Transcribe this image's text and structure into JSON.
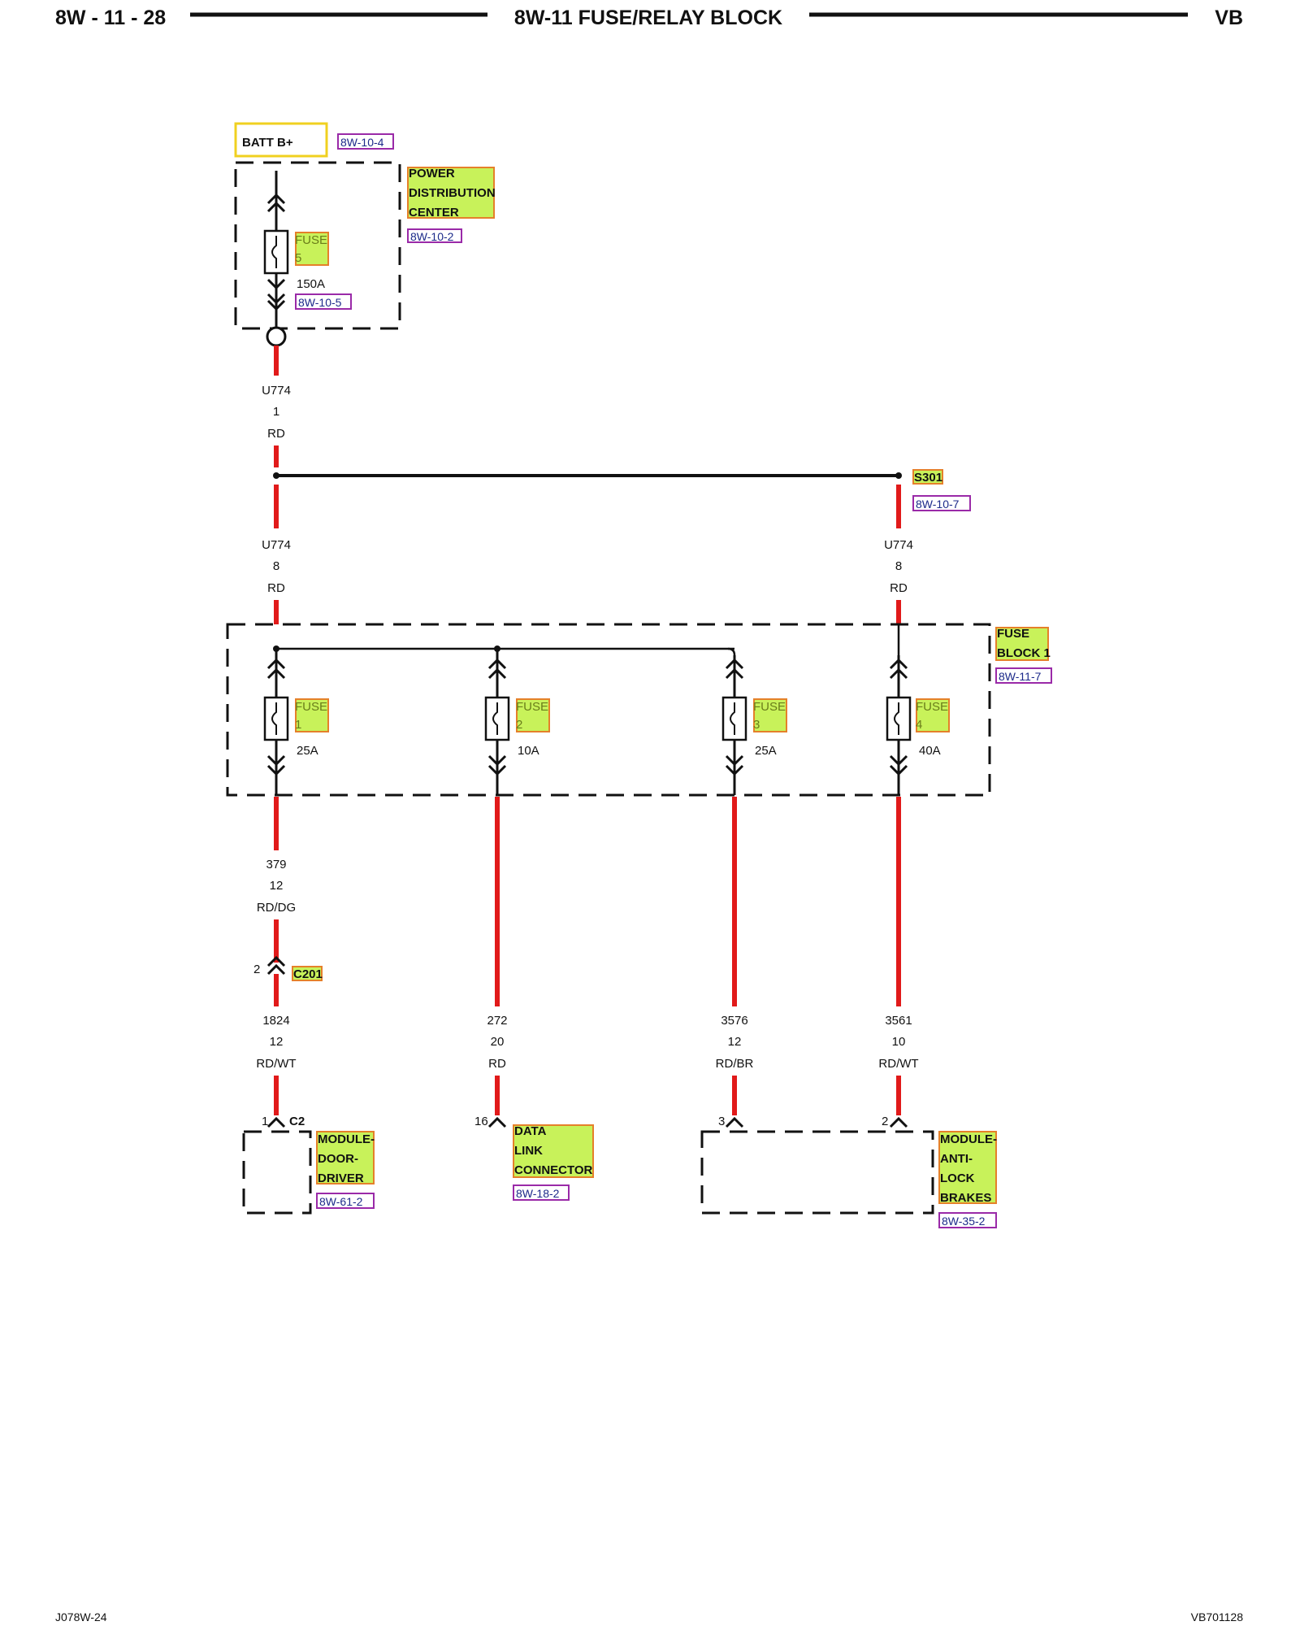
{
  "header": {
    "page_number": "8W - 11 - 28",
    "title": "8W-11 FUSE/RELAY BLOCK",
    "code": "VB"
  },
  "footer": {
    "left": "J078W-24",
    "right": "VB701128"
  },
  "batt": {
    "label": "BATT B+",
    "ref": "8W-10-4"
  },
  "pdc": {
    "name": [
      "POWER",
      "DISTRIBUTION",
      "CENTER"
    ],
    "ref": "8W-10-2"
  },
  "fuse5": {
    "word": "FUSE",
    "number": "5",
    "rating": "150A",
    "ref": "8W-10-5"
  },
  "wire_main": {
    "circuit": "U774",
    "gauge": "1",
    "color": "RD"
  },
  "splice": {
    "name": "S301",
    "ref": "8W-10-7"
  },
  "wire_left": {
    "circuit": "U774",
    "gauge": "8",
    "color": "RD"
  },
  "wire_right": {
    "circuit": "U774",
    "gauge": "8",
    "color": "RD"
  },
  "fuse_block": {
    "name": [
      "FUSE",
      "BLOCK 1"
    ],
    "ref": "8W-11-7"
  },
  "fuses": [
    {
      "word": "FUSE",
      "number": "1",
      "rating": "25A"
    },
    {
      "word": "FUSE",
      "number": "2",
      "rating": "10A"
    },
    {
      "word": "FUSE",
      "number": "3",
      "rating": "25A"
    },
    {
      "word": "FUSE",
      "number": "4",
      "rating": "40A"
    }
  ],
  "wire_379": {
    "circuit": "379",
    "gauge": "12",
    "color": "RD/DG"
  },
  "c201": {
    "pin": "2",
    "name": "C201"
  },
  "outputs": [
    {
      "circuit": "1824",
      "gauge": "12",
      "color": "RD/WT",
      "pin": "1",
      "connector": "C2"
    },
    {
      "circuit": "272",
      "gauge": "20",
      "color": "RD",
      "pin": "16"
    },
    {
      "circuit": "3576",
      "gauge": "12",
      "color": "RD/BR",
      "pin": "3"
    },
    {
      "circuit": "3561",
      "gauge": "10",
      "color": "RD/WT",
      "pin": "2"
    }
  ],
  "module_door": {
    "name": [
      "MODULE-",
      "DOOR-",
      "DRIVER"
    ],
    "ref": "8W-61-2"
  },
  "dlc": {
    "name": [
      "DATA",
      "LINK",
      "CONNECTOR"
    ],
    "ref": "8W-18-2"
  },
  "module_abs": {
    "name": [
      "MODULE-",
      "ANTI-",
      "LOCK",
      "BRAKES"
    ],
    "ref": "8W-35-2"
  },
  "colors": {
    "wire": "#e11a1a",
    "label_fill": "#c8f25a",
    "label_border": "#e5802a",
    "ref_border": "#9a2aa8"
  }
}
